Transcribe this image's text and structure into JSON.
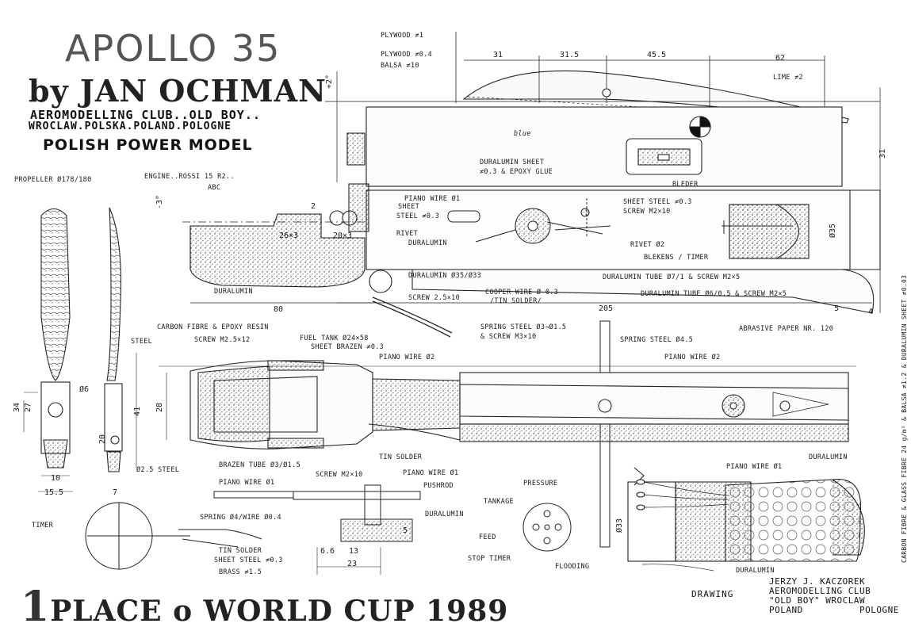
{
  "title": "APOLLO 35",
  "author": "by JAN OCHMAN",
  "club_line1": "AEROMODELLING CLUB..OLD BOY..",
  "club_line2": "WROCLAW.POLSKA.POLAND.POLOGNE",
  "subtitle": "POLISH POWER MODEL",
  "award": {
    "place": "1",
    "text": "PLACE o WORLD CUP 1989"
  },
  "drawing_label": "DRAWING",
  "drawer": {
    "name": "JERZY J. KACZOREK",
    "club": "AEROMODELLING CLUB",
    "club2": "\"OLD BOY\" WROCLAW",
    "country_left": "POLAND",
    "country_right": "POLOGNE"
  },
  "labels": {
    "plywood": "PLYWOOD ≠1",
    "plywood2": "PLYWOOD ≠0.4",
    "balsa": "BALSA ≠10",
    "lime": "LIME ≠2",
    "propeller": "PROPELLER Ø178/180",
    "engine": "ENGINE..ROSSI 15 R2..",
    "engine_abc": "ABC",
    "duralumin_sheet": "DURALUMIN SHEET",
    "duralumin_sheet2": "≠0.3 & EPOXY GLUE",
    "blue": "blue",
    "bleder": "BLEDER",
    "piano_wire_top": "PIANO WIRE Ø1",
    "sheet": "SHEET",
    "steel_03": "STEEL ≠0.3",
    "rivet": "RIVET",
    "duralumin_small": "DURALUMIN",
    "sheet_steel": "SHEET STEEL ≠0.3",
    "screw_m2x10": "SCREW M2×10",
    "rivet2": "RIVET Ø2",
    "blekens": "BLEKENS / TIMER",
    "dural_tube35": "DURALUMIN Ø35/Ø33",
    "dural_tube7": "DURALUMIN TUBE Ø7/1 & SCREW M2×5",
    "dural_tube6": "DURALUMIN TUBE Ø6/0.5 & SCREW M2×5",
    "copper_wire": "COOPER WIRE Ø 0.3",
    "tin_solder": "/TIN SOLDER/",
    "screw_25": "SCREW 2.5×10",
    "duralumin_engine": "DURALUMIN",
    "carbon_fibre": "CARBON FIBRE & EPOXY RESIN",
    "steel": "STEEL",
    "screw_m25x12": "SCREW M2.5×12",
    "fuel_tank": "FUEL TANK Ø24×58",
    "sheet_brazen": "SHEET BRAZEN ≠0.3",
    "piano_wire_2": "PIANO WIRE Ø2",
    "spring_steel_3": "SPRING STEEL Ø3→Ø1.5",
    "screw_m3x10": "& SCREW M3×10",
    "spring_steel_45": "SPRING STEEL Ø4.5",
    "abrasive": "ABRASIVE PAPER NR. 120",
    "piano_wire_2b": "PIANO WIRE Ø2",
    "steel_25": "Ø2.5 STEEL",
    "tin_solder2": "TIN SOLDER",
    "brazen_tube": "BRAZEN TUBE Ø3/Ø1.5",
    "piano_wire_1": "PIANO WIRE Ø1",
    "screw_m2x10b": "SCREW M2×10",
    "piano_wire_1b": "PIANO WIRE Ø1",
    "pushrod": "PUSHROD",
    "pressure": "PRESSURE",
    "tankage": "TANKAGE",
    "duralumin_mid": "DURALUMIN",
    "feed": "FEED",
    "flooding": "FLOODING",
    "spring": "SPRING Ø4/WIRE Ø0.4",
    "tin_solder3": "TIN SOLDER",
    "sheet_steel2": "SHEET STEEL ≠0.3",
    "brass": "BRASS ≠1.5",
    "timer": "TIMER",
    "stop_timer": "STOP TIMER",
    "piano_wire_1c": "PIANO WIRE Ø1",
    "duralumin_right": "DURALUMIN",
    "duralumin_bottom": "DURALUMIN",
    "glue": "CARBON FIBRE & GLASS FIBRE 24 g/m² & BALSA ≠1.2 & DURALUMIN SHEET ≠0.03",
    "phi35": "Ø35",
    "phi33": "Ø33"
  },
  "dimensions": {
    "d31": "31",
    "d315": "31.5",
    "d455": "45.5",
    "d62": "62",
    "d2deg": "+2°",
    "d3deg": "-3°",
    "d2": "2",
    "d26x3": "26×3",
    "d20x3": "20×3",
    "d31r": "31",
    "d80": "80",
    "d205": "205",
    "d5": "5",
    "d4": "4",
    "d34": "34",
    "d27": "27",
    "d41": "41",
    "d28": "28",
    "d10": "10",
    "d155": "15.5",
    "d7": "7",
    "d6": "Ø6",
    "d20": "20",
    "d13": "13",
    "d23": "23",
    "d66": "6.6",
    "d5b": "5"
  }
}
